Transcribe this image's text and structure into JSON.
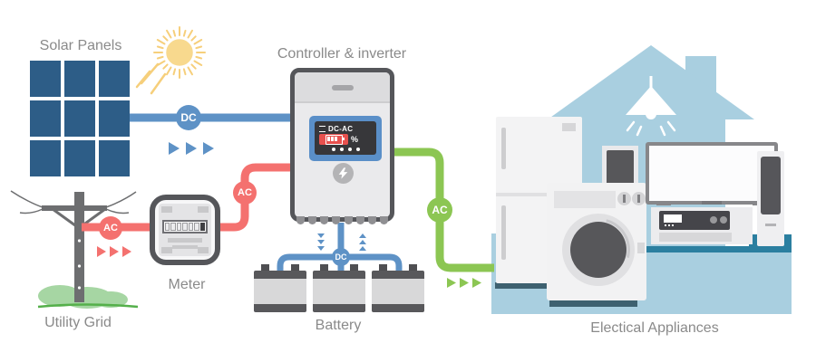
{
  "diagram": {
    "type": "solar-power-system",
    "nodes": {
      "solar_panels": {
        "label": "Solar Panels"
      },
      "utility_grid": {
        "label": "Utility Grid"
      },
      "meter": {
        "label": "Meter"
      },
      "controller": {
        "label": "Controller & inverter"
      },
      "battery": {
        "label": "Battery"
      },
      "appliances": {
        "label": "Electical Appliances"
      }
    },
    "badges": {
      "solar_dc": "DC",
      "grid_ac": "AC",
      "meter_ac": "AC",
      "battery_dc": "DC",
      "house_ac": "AC"
    },
    "controller_display": {
      "mode_label": "DC-AC",
      "percent_label": "%"
    },
    "connections": [
      {
        "from": "Solar Panels",
        "to": "Controller & inverter",
        "current": "DC",
        "color": "#5e92c6"
      },
      {
        "from": "Utility Grid",
        "to": "Meter",
        "current": "AC",
        "color": "#f4716f"
      },
      {
        "from": "Meter",
        "to": "Controller & inverter",
        "current": "AC",
        "color": "#f4716f"
      },
      {
        "from": "Controller & inverter",
        "to": "Battery",
        "current": "DC",
        "color": "#5e92c6",
        "bidirectional": true
      },
      {
        "from": "Controller & inverter",
        "to": "Electical Appliances",
        "current": "AC",
        "color": "#8cc653"
      }
    ],
    "colors": {
      "dc_blue": "#5e92c6",
      "ac_red": "#f4716f",
      "ac_green": "#8cc653",
      "panel_blue": "#2d5d87",
      "house_blue": "#a9cfe0",
      "floor_teal": "#2b7fa0",
      "floor_shadow": "#3e6170",
      "sun_yellow": "#f8d98e",
      "label_gray": "#8a8a8a"
    }
  }
}
